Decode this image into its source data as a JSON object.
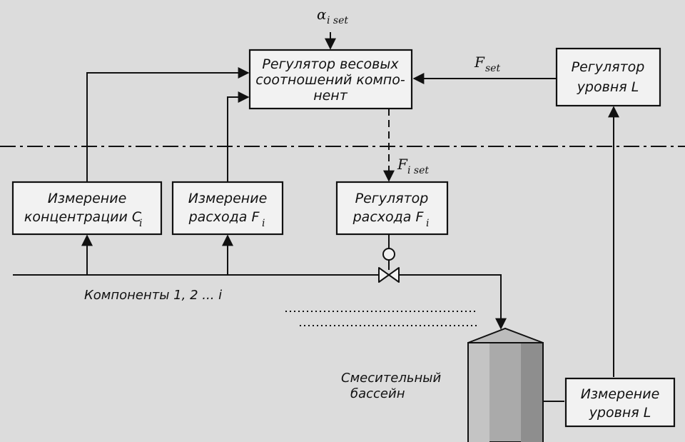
{
  "blocks": {
    "ratio_controller": [
      "Регулятор весовых",
      "соотношений компо-",
      "нент"
    ],
    "level_controller": [
      "Регулятор",
      "уровня L"
    ],
    "concentration_measure": [
      "Измерение",
      "концентрации C"
    ],
    "concentration_sub": "i",
    "flow_measure": [
      "Измерение",
      "расхода F"
    ],
    "flow_measure_sub": "i",
    "flow_controller": [
      "Регулятор",
      "расхода F"
    ],
    "flow_controller_sub": "i",
    "level_measure": [
      "Измерение",
      "уровня L"
    ]
  },
  "signals": {
    "alpha": "α",
    "alpha_sub": "i set",
    "f_set": "F",
    "f_set_sub": "set",
    "fi_set": "F",
    "fi_set_sub": "i set"
  },
  "labels": {
    "components": "Компоненты 1, 2 ... i",
    "mixing_pool": [
      "Смесительный",
      "бассейн"
    ]
  }
}
